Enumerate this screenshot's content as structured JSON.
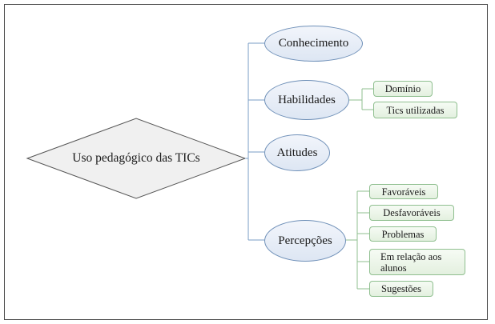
{
  "diagram": {
    "root": "Uso pedagógico das TICs",
    "branches": [
      {
        "label": "Conhecimento",
        "children": []
      },
      {
        "label": "Habilidades",
        "children": [
          "Domínio",
          "Tics utilizadas"
        ]
      },
      {
        "label": "Atitudes",
        "children": []
      },
      {
        "label": "Percepções",
        "children": [
          "Favoráveis",
          "Desfavoráveis",
          "Problemas",
          "Em relação aos alunos",
          "Sugestões"
        ]
      }
    ]
  },
  "colors": {
    "frame_border": "#4a4a4a",
    "ellipse_border": "#6f90b8",
    "ellipse_fill": "#e6ecf6",
    "leaf_border": "#8fbf8f",
    "leaf_fill": "#ebf4e7",
    "connector": "#7a9cc4",
    "diamond_border": "#555555",
    "diamond_fill": "#f0f0f0"
  }
}
